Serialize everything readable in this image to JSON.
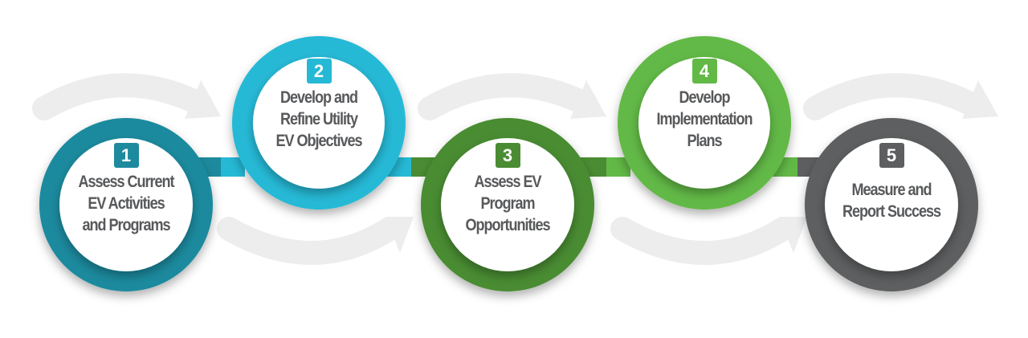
{
  "steps": [
    {
      "number": "1",
      "label": "Assess Current\nEV Activities\nand Programs",
      "color": "#1e8a9e"
    },
    {
      "number": "2",
      "label": "Develop and\nRefine Utility\nEV Objectives",
      "color": "#25b9d6"
    },
    {
      "number": "3",
      "label": "Assess EV\nProgram\nOpportunities",
      "color": "#4a8c33"
    },
    {
      "number": "4",
      "label": "Develop\nImplementation\nPlans",
      "color": "#62b946"
    },
    {
      "number": "5",
      "label": "Measure and\nReport Success",
      "color": "#5d5e60"
    }
  ]
}
